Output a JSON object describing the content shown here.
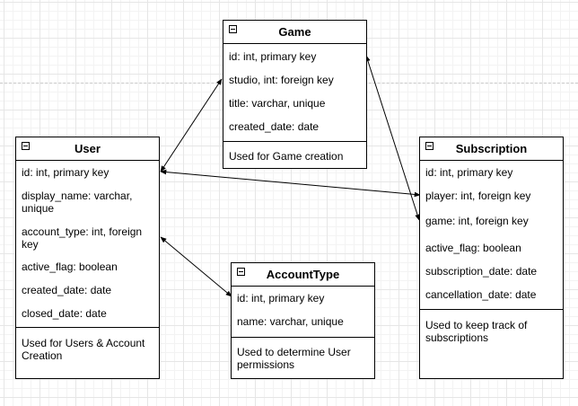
{
  "entities": {
    "game": {
      "name": "Game",
      "fields": [
        "id: int, primary key",
        "studio, int: foreign key",
        "title: varchar, unique",
        "created_date: date"
      ],
      "note": "Used for Game creation"
    },
    "user": {
      "name": "User",
      "fields": [
        "id: int, primary key",
        "display_name: varchar, unique",
        "account_type: int, foreign key",
        "active_flag: boolean",
        "created_date: date",
        "closed_date: date"
      ],
      "note": "Used for Users & Account Creation"
    },
    "subscription": {
      "name": "Subscription",
      "fields": [
        "id: int, primary key",
        "player: int, foreign key",
        "game: int, foreign key",
        "active_flag: boolean",
        "subscription_date: date",
        "cancellation_date: date"
      ],
      "note": "Used to keep track of subscriptions"
    },
    "account_type": {
      "name": "AccountType",
      "fields": [
        "id: int, primary key",
        "name: varchar, unique"
      ],
      "note": "Used to determine User permissions"
    }
  },
  "colors": {
    "line": "#000000",
    "grid": "#e6e6e6",
    "background": "#ffffff"
  }
}
